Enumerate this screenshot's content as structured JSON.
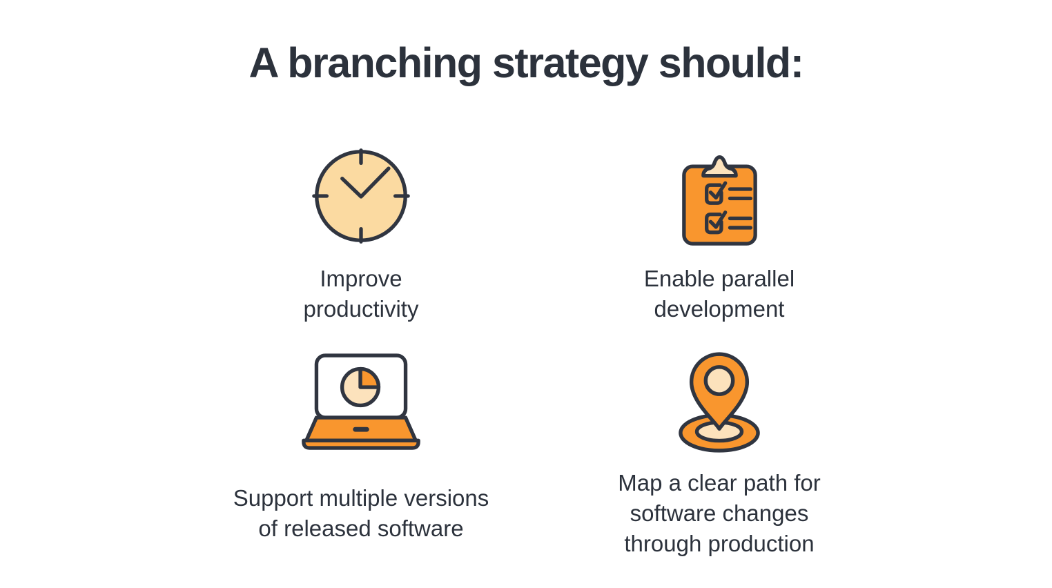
{
  "title": "A branching strategy should:",
  "items": [
    {
      "icon": "clock-icon",
      "label": "Improve\nproductivity"
    },
    {
      "icon": "clipboard-checklist-icon",
      "label": "Enable parallel\ndevelopment"
    },
    {
      "icon": "laptop-pie-chart-icon",
      "label": "Support multiple versions\nof released software"
    },
    {
      "icon": "location-pin-icon",
      "label": "Map a clear path for\nsoftware changes\nthrough production"
    }
  ],
  "colors": {
    "background": "#FFFFFF",
    "ink": "#2C323C",
    "stroke": "#303540",
    "orange": "#F9962E",
    "peach": "#FBDAA1",
    "cream": "#FCE2BC"
  }
}
